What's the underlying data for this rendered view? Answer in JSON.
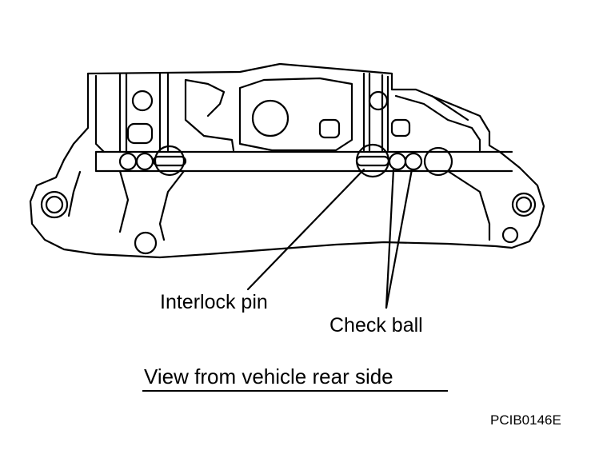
{
  "labels": {
    "interlock_pin": "Interlock pin",
    "check_ball": "Check ball",
    "view_caption": "View from vehicle rear side",
    "figure_code": "PCIB0146E"
  },
  "colors": {
    "line": "#000000",
    "background": "#ffffff"
  }
}
